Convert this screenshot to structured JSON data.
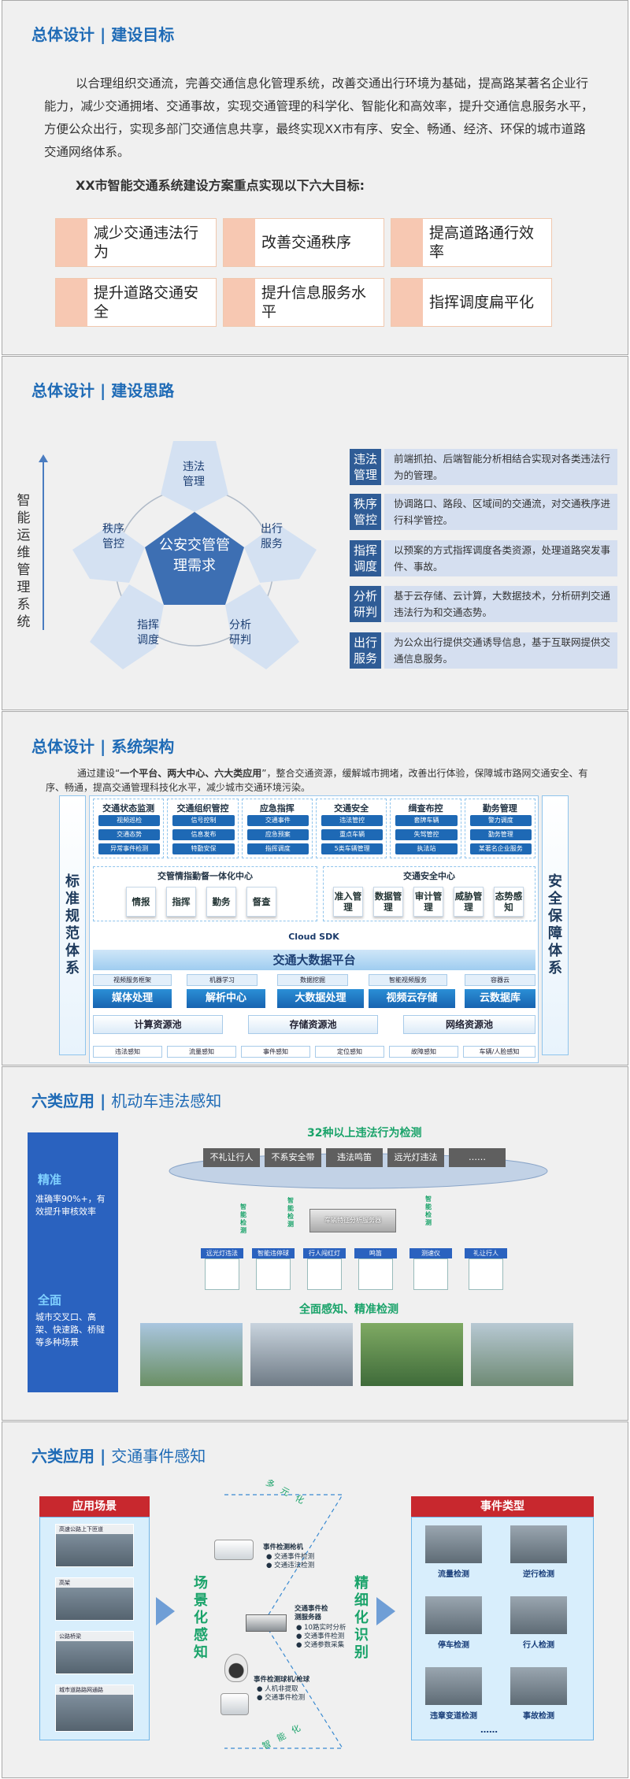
{
  "s1": {
    "title_a": "总体设计",
    "title_sep": "|",
    "title_b": "建设目标",
    "paragraph": "以合理组织交通流，完善交通信息化管理系统，改善交通出行环境为基础，提高路某著名企业行能力，减少交通拥堵、交通事故，实现交通管理的科学化、智能化和高效率，提升交通信息服务水平，方便公众出行，实现多部门交通信息共享，最终实现XX市有序、安全、畅通、经济、环保的城市道路交通网络体系。",
    "intro": "XX市智能交通系统建设方案重点实现以下六大目标:",
    "goals": [
      "减少交通违法行为",
      "改善交通秩序",
      "提高道路通行效率",
      "提升道路交通安全",
      "提升信息服务水平",
      "指挥调度扁平化"
    ]
  },
  "s2": {
    "title_a": "总体设计",
    "title_sep": "|",
    "title_b": "建设思路",
    "side_label": "智能运维管理系统",
    "center": "公安交管管理需求",
    "petals": [
      "违法管理",
      "出行服务",
      "分析研判",
      "指挥调度",
      "秩序管控"
    ],
    "rows": [
      {
        "k": "违法管理",
        "v": "前端抓拍、后端智能分析相结合实现对各类违法行为的管理。"
      },
      {
        "k": "秩序管控",
        "v": "协调路口、路段、区域间的交通流，对交通秩序进行科学管控。"
      },
      {
        "k": "指挥调度",
        "v": "以预案的方式指挥调度各类资源，处理道路突发事件、事故。"
      },
      {
        "k": "分析研判",
        "v": "基于云存储、云计算，大数据技术，分析研判交通违法行为和交通态势。"
      },
      {
        "k": "出行服务",
        "v": "为公众出行提供交通诱导信息，基于互联网提供交通信息服务。"
      }
    ]
  },
  "s3": {
    "title_a": "总体设计",
    "title_sep": "|",
    "title_b": "系统架构",
    "para_pre": "通过建设“",
    "para_bold": "一个平台、两大中心、六大类应用",
    "para_post": "”，整合交通资源，缓解城市拥堵，改善出行体验，保障城市路网交通安全、有序、畅通，提高交通管理科技化水平，减少城市交通环境污染。",
    "left_col": "标准规范体系",
    "right_col": "安全保障体系",
    "modules": [
      {
        "h": "交通状态监测",
        "items": [
          "视频巡检",
          "交通态势",
          "异常事件检测"
        ]
      },
      {
        "h": "交通组织管控",
        "items": [
          "信号控制",
          "信息发布",
          "特勤安保"
        ]
      },
      {
        "h": "应急指挥",
        "items": [
          "交通事件",
          "应急预案",
          "指挥调度"
        ]
      },
      {
        "h": "交通安全",
        "items": [
          "违法管控",
          "重点车辆",
          "5类车辆管理"
        ]
      },
      {
        "h": "缉查布控",
        "items": [
          "套牌车辆",
          "失驾管控",
          "执法站"
        ]
      },
      {
        "h": "勤务管理",
        "items": [
          "警力调度",
          "勤务管理",
          "某著名企业服务"
        ]
      }
    ],
    "center1": {
      "h": "交管情指勤督一体化中心",
      "cells": [
        "情报",
        "指挥",
        "勤务",
        "督查"
      ]
    },
    "center2": {
      "h": "交通安全中心",
      "cells": [
        "准入管理",
        "数据管理",
        "审计管理",
        "威胁管理",
        "态势感知"
      ]
    },
    "sdk": "Cloud SDK",
    "platform": "交通大数据平台",
    "small_labels": [
      "视频服务框架",
      "机器学习",
      "数据挖掘",
      "智能视频服务",
      "容器云"
    ],
    "layers": [
      "媒体处理",
      "解析中心",
      "大数据处理",
      "视频云存储",
      "云数据库"
    ],
    "pools": [
      "计算资源池",
      "存储资源池",
      "网络资源池"
    ],
    "sensors": [
      "违法感知",
      "流量感知",
      "事件感知",
      "定位感知",
      "故障感知",
      "车辆/人脸感知"
    ]
  },
  "s4": {
    "title_a": "六类应用",
    "title_sep": "|",
    "title_b": "机动车违法感知",
    "left1_h": "精准",
    "left1_t": "准确率90%+，有效提升审核效率",
    "left2_h": "全面",
    "left2_t": "城市交叉口、高架、快速路、桥隧等多种场景",
    "top_text": "32种以上违法行为检测",
    "tags": [
      "不礼让行人",
      "不系安全带",
      "违法鸣笛",
      "远光灯违法",
      "……"
    ],
    "detect": "智能检测",
    "server": "车辆特征分析服务器",
    "devices": [
      "远光灯违法",
      "智能违停球",
      "行人闯红灯",
      "鸣笛",
      "测速仪",
      "礼让行人"
    ],
    "bottom_text": "全面感知、精准检测"
  },
  "s5": {
    "title_a": "六类应用",
    "title_sep": "|",
    "title_b": "交通事件感知",
    "left_head": "应用场景",
    "scenes": [
      "高速公路上下匝道",
      "高架",
      "公路桥梁",
      "城市道路路网通路"
    ],
    "mid_left": "场景化感知",
    "mid_right": "精细化识别",
    "top_arc": "多元化",
    "bottom_arc": "智能化",
    "dev1_t": "事件检测枪机",
    "dev1_items": [
      "交通事件检测",
      "交通违法检测"
    ],
    "dev2_t": "交通事件检测服务器",
    "dev2_items": [
      "10路实时分析",
      "交通事件检测",
      "交通参数采集"
    ],
    "dev3_t": "事件检测球机/枪球",
    "dev3_items": [
      "人机非提取",
      "交通事件检测"
    ],
    "right_head": "事件类型",
    "events": [
      "流量检测",
      "逆行检测",
      "停车检测",
      "行人检测",
      "违章变道检测",
      "事故检测"
    ],
    "more": "……"
  },
  "colors": {
    "title": "#1f6bb6",
    "accent_red": "#c8282e",
    "green": "#1aa36a",
    "dark_blue": "#2f5c96"
  }
}
